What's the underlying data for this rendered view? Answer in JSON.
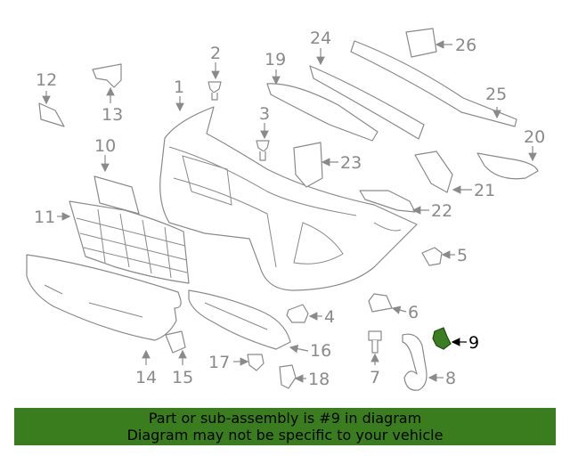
{
  "diagram": {
    "highlight_color": "#3a7d1e",
    "selected_part": "9",
    "callouts": [
      "1",
      "2",
      "3",
      "4",
      "5",
      "6",
      "7",
      "8",
      "9",
      "10",
      "11",
      "12",
      "13",
      "14",
      "15",
      "16",
      "17",
      "18",
      "19",
      "20",
      "21",
      "22",
      "23",
      "24",
      "25",
      "26"
    ]
  },
  "banner": {
    "line1": "Part or sub-assembly is #9 in diagram",
    "line2": "Diagram may not be specific to your vehicle"
  }
}
